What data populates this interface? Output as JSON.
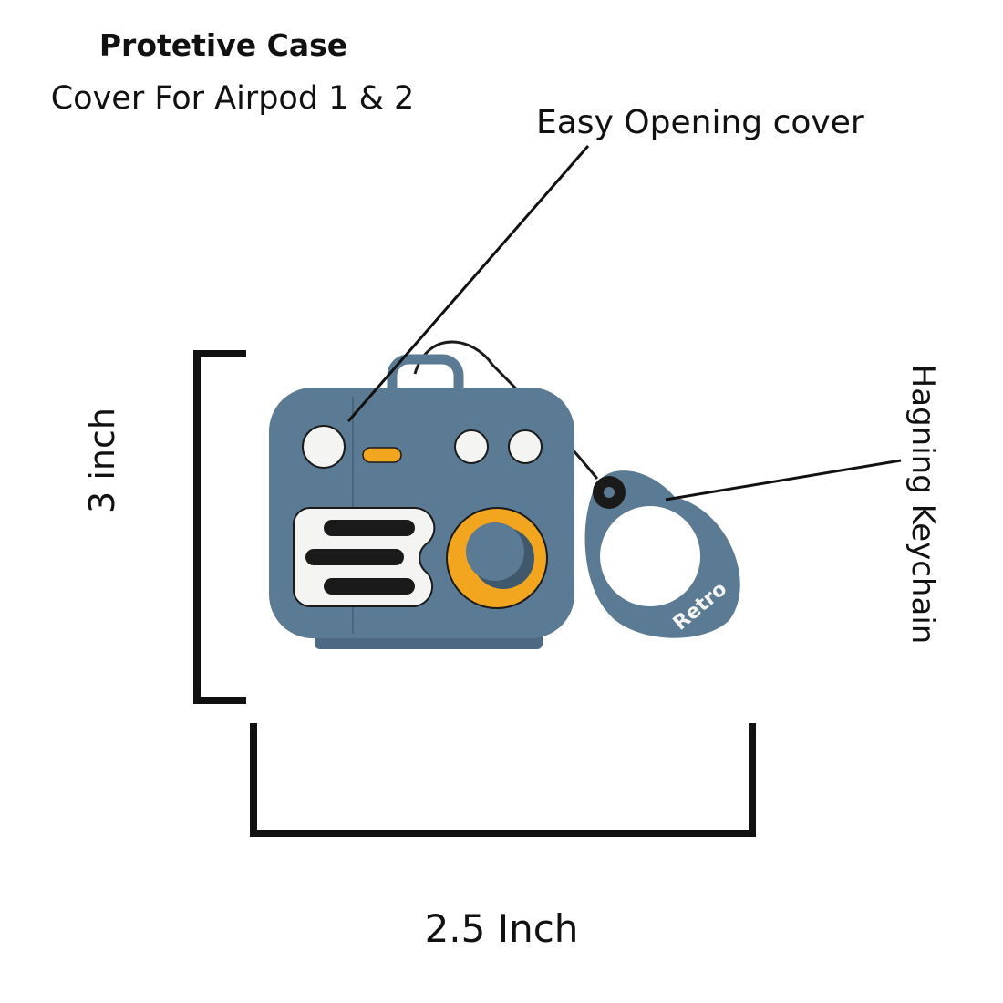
{
  "title": "Protetive Case",
  "subtitle": "Cover For Airpod 1 & 2",
  "callouts": {
    "opening": "Easy Opening cover",
    "keychain": "Hagning Keychain"
  },
  "dimensions": {
    "height": "3 inch",
    "width": "2.5 Inch"
  },
  "product": {
    "ring_text": "Retro",
    "colors": {
      "body": "#5b7a93",
      "accent": "#f2a51f",
      "white": "#f4f4f2"
    }
  }
}
